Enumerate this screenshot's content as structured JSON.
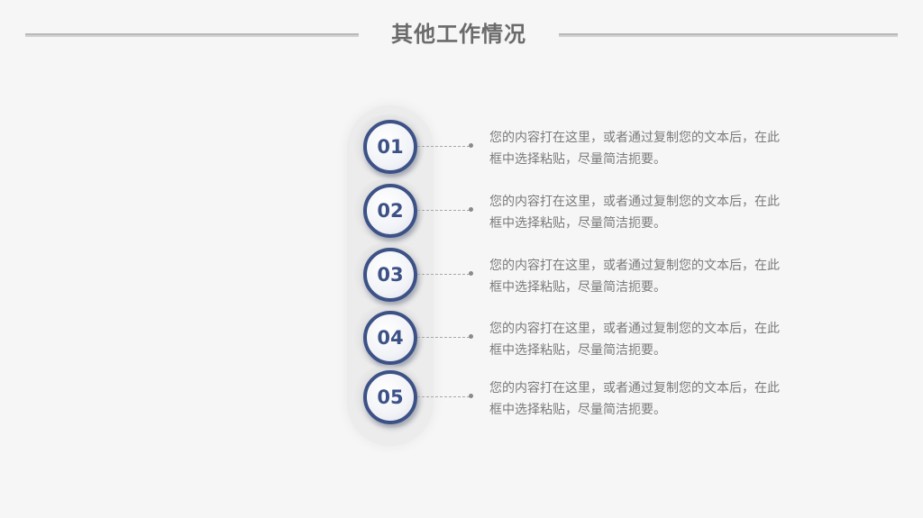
{
  "header": {
    "title": "其他工作情况"
  },
  "items": [
    {
      "number": "01",
      "text": "您的内容打在这里，或者通过复制您的文本后，在此框中选择粘贴，尽量简洁扼要。"
    },
    {
      "number": "02",
      "text": "您的内容打在这里，或者通过复制您的文本后，在此框中选择粘贴，尽量简洁扼要。"
    },
    {
      "number": "03",
      "text": "您的内容打在这里，或者通过复制您的文本后，在此框中选择粘贴，尽量简洁扼要。"
    },
    {
      "number": "04",
      "text": "您的内容打在这里，或者通过复制您的文本后，在此框中选择粘贴，尽量简洁扼要。"
    },
    {
      "number": "05",
      "text": "您的内容打在这里，或者通过复制您的文本后，在此框中选择粘贴，尽量简洁扼要。"
    }
  ],
  "colors": {
    "accent": "#3c5287",
    "text": "#7a7a7a",
    "title": "#6b6b6b",
    "background": "#f6f6f6"
  }
}
